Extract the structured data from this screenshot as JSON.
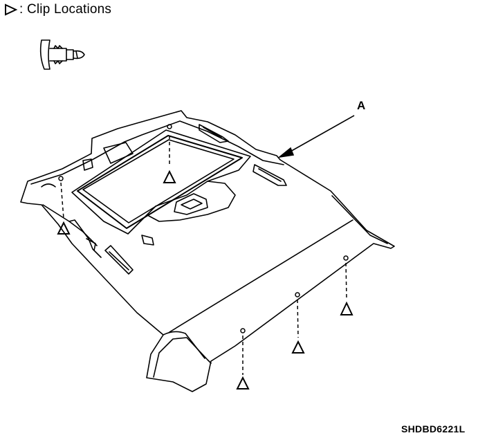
{
  "legend": {
    "symbol": "hollow-triangle-icon",
    "text": ": Clip Locations"
  },
  "callouts": {
    "a": "A"
  },
  "figure_code": "SHDBD6221L"
}
